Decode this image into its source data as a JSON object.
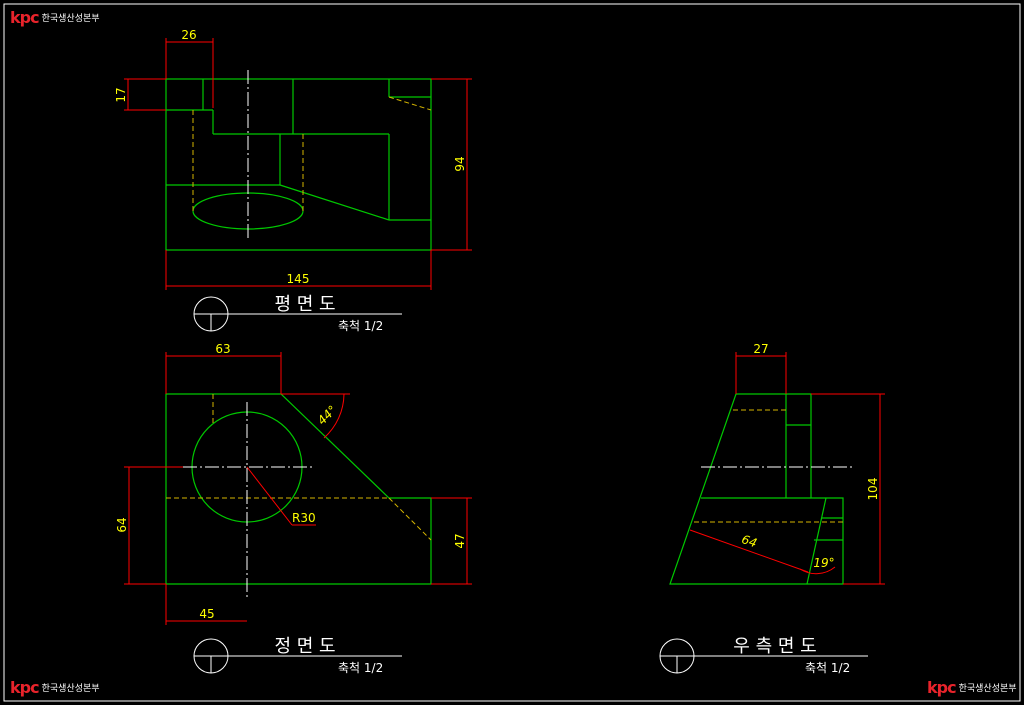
{
  "logo": {
    "mark": "kpc",
    "org": "한국생산성본부"
  },
  "views": {
    "plan": {
      "title": "평 면 도",
      "scale": "축척 1/2"
    },
    "front": {
      "title": "정 면 도",
      "scale": "축척 1/2"
    },
    "right": {
      "title": "우 측 면 도",
      "scale": "축척 1/2"
    }
  },
  "dimensions": {
    "plan_width_top": "26",
    "plan_height_left": "17",
    "plan_height_right": "94",
    "plan_total_width": "145",
    "front_width_top": "63",
    "front_angle": "44°",
    "front_radius": "R30",
    "front_height_left": "64",
    "front_height_right": "47",
    "front_width_bottom": "45",
    "right_width_top": "27",
    "right_height": "104",
    "right_slant_length": "64",
    "right_angle": "19°"
  },
  "colors": {
    "outline": "#00c800",
    "hidden": "#d4b400",
    "center": "#ffffff",
    "dimension": "#ff0000",
    "dimension_text": "#ffff00",
    "title_text": "#ffffff",
    "brand": "#e8232b"
  }
}
